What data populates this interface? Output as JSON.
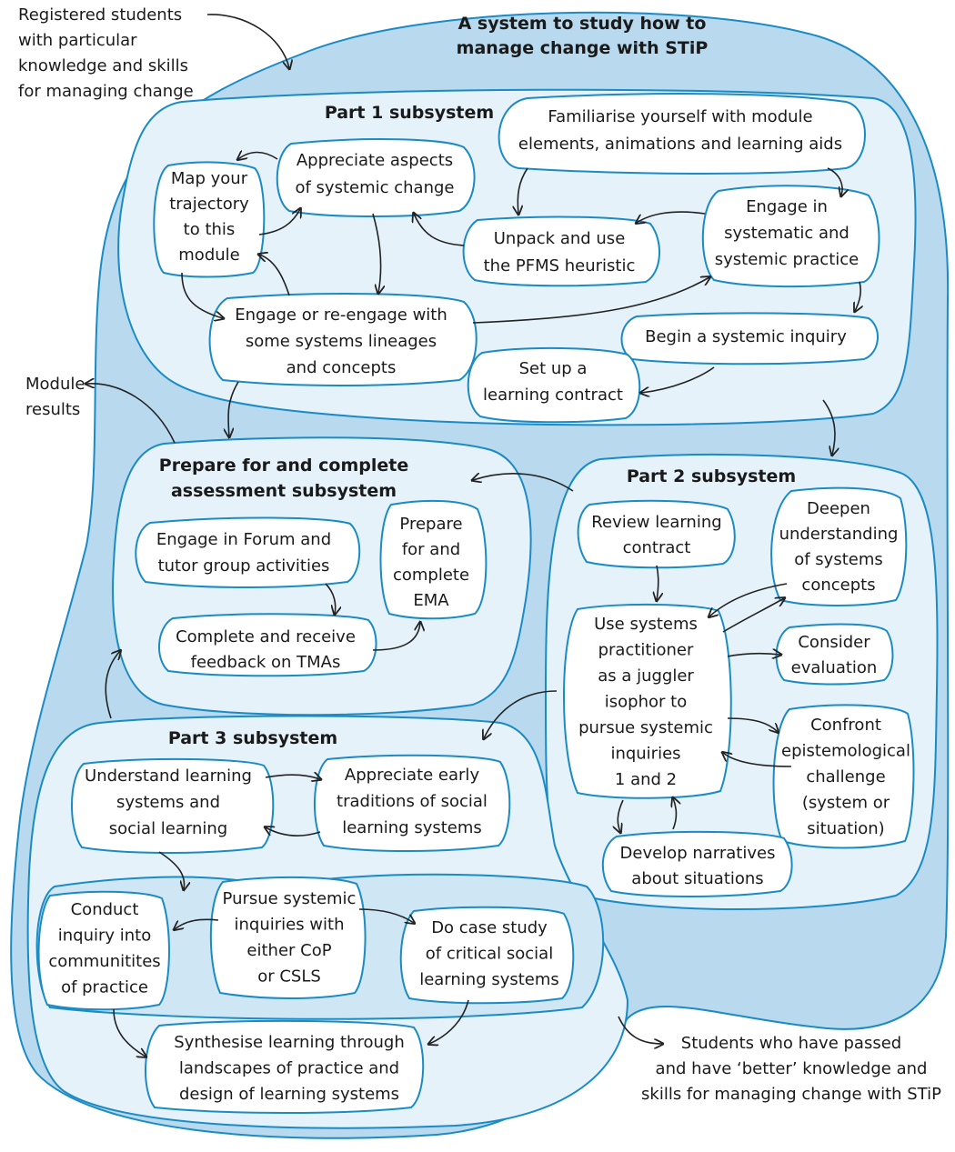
{
  "diagram": {
    "title": [
      "A system to study how to",
      "manage change with STiP"
    ],
    "inputs": [
      "Registered students",
      "with particular",
      "knowledge and skills",
      "for managing change"
    ],
    "outputs": [
      "Students who have passed",
      "and have ‘better’ knowledge and",
      "skills for managing change with STiP"
    ],
    "module_results": [
      "Module",
      "results"
    ],
    "part1": {
      "title": "Part 1 subsystem",
      "familiarise": [
        "Familiarise yourself with module",
        "elements, animations and learning aids"
      ],
      "map": [
        "Map your",
        "trajectory",
        "to this",
        "module"
      ],
      "appreciate": [
        "Appreciate aspects",
        "of systemic change"
      ],
      "unpack": [
        "Unpack and use",
        "the PFMS heuristic"
      ],
      "engage_practice": [
        "Engage in",
        "systematic and",
        "systemic practice"
      ],
      "lineages": [
        "Engage or re-engage with",
        "some systems lineages",
        "and concepts"
      ],
      "begin": [
        "Begin a systemic inquiry"
      ],
      "contract": [
        "Set up a",
        "learning contract"
      ]
    },
    "assessment": {
      "title": [
        "Prepare for and complete",
        "assessment subsystem"
      ],
      "forum": [
        "Engage in Forum and",
        "tutor group activities"
      ],
      "tma": [
        "Complete and receive",
        "feedback on TMAs"
      ],
      "ema": [
        "Prepare",
        "for and",
        "complete",
        "EMA"
      ]
    },
    "part2": {
      "title": "Part 2 subsystem",
      "review": [
        "Review learning",
        "contract"
      ],
      "deepen": [
        "Deepen",
        "understanding",
        "of systems",
        "concepts"
      ],
      "juggler": [
        "Use systems",
        "practitioner",
        "as a juggler",
        "isophor to",
        "pursue systemic",
        "inquiries",
        "1 and 2"
      ],
      "evaluation": [
        "Consider",
        "evaluation"
      ],
      "epistemological": [
        "Confront",
        "epistemological",
        "challenge",
        "(system or",
        "situation)"
      ],
      "narratives": [
        "Develop narratives",
        "about situations"
      ]
    },
    "part3": {
      "title": "Part 3 subsystem",
      "understand": [
        "Understand learning",
        "systems and",
        "social learning"
      ],
      "traditions": [
        "Appreciate early",
        "traditions of social",
        "learning systems"
      ],
      "pursue": [
        "Pursue systemic",
        "inquiries with",
        "either CoP",
        "or CSLS"
      ],
      "conduct": [
        "Conduct",
        "inquiry into",
        "communitites",
        "of practice"
      ],
      "case": [
        "Do case study",
        "of critical social",
        "learning systems"
      ],
      "synthesise": [
        "Synthesise learning through",
        "landscapes of practice and",
        "design of learning systems"
      ]
    }
  },
  "colors": {
    "outer_fill": "#b8d9ee",
    "sub_fill": "#e6f2fa",
    "stroke": "#1a8bc4",
    "box_fill": "#ffffff"
  }
}
